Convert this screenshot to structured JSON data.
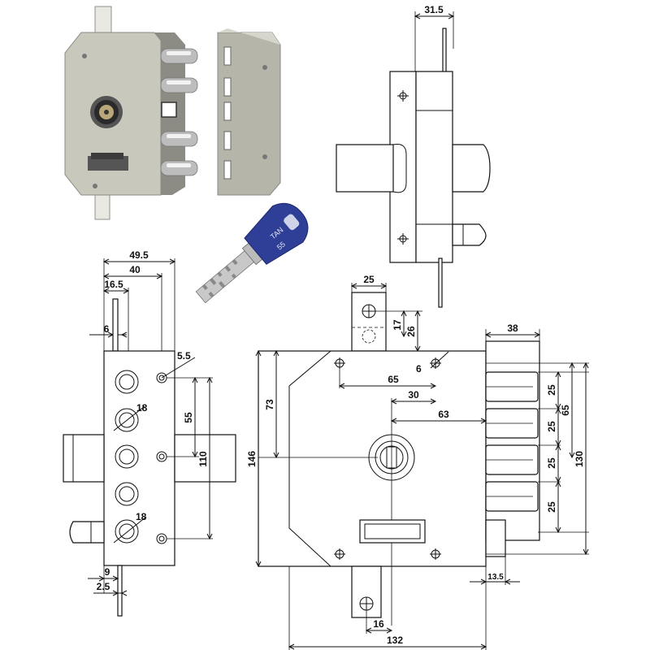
{
  "key_brand": "TAN",
  "key_number": "55",
  "dimensions": {
    "top_right_width": "31.5",
    "left_overall": "49.5",
    "left_40": "40",
    "left_16_5": "16.5",
    "left_6": "6",
    "left_5_5": "5.5",
    "left_18_top": "18",
    "left_55": "55",
    "left_110": "110",
    "left_18_bottom": "18",
    "left_9": "9",
    "left_2_5": "2.5",
    "main_25_top": "25",
    "main_17": "17",
    "main_26": "26",
    "main_38": "38",
    "main_6": "6",
    "main_65_h": "65",
    "main_73": "73",
    "main_30": "30",
    "main_63": "63",
    "main_146": "146",
    "main_25_a": "25",
    "main_25_b": "25",
    "main_25_c": "25",
    "main_25_d": "25",
    "main_65_v": "65",
    "main_130": "130",
    "main_13_5": "13.5",
    "main_16": "16",
    "main_132": "132"
  },
  "colors": {
    "lock_body": "#c9c8bd",
    "lock_shadow": "#8d8c84",
    "key_blue": "#2f3e97",
    "key_metal": "#c8c8c8"
  }
}
